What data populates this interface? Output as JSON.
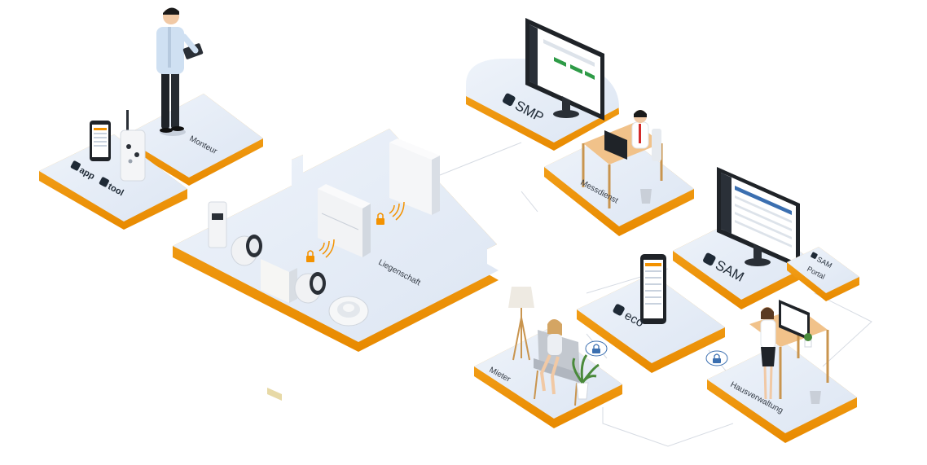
{
  "labels": {
    "monteur": "Monteur",
    "liegenschaft": "Liegenschaft",
    "messdienst": "Messdienst",
    "mieter": "Mieter",
    "hausverwaltung": "Hausverwaltung",
    "portal": "Portal"
  },
  "brands": {
    "app": "app",
    "tool": "tool",
    "smp": "SMP",
    "sam": "SAM",
    "eco": "eco",
    "sam_small": "SAM"
  },
  "colors": {
    "platform_top": "#e4ebf6",
    "platform_edge": "#f39200",
    "accent": "#f39200",
    "dark": "#1f2a36",
    "screen_green": "#2e9b47",
    "lock_blue": "#3b6fb0"
  },
  "icons": [
    "wifi-signal-icon",
    "lock-icon",
    "plant-icon",
    "lamp-icon",
    "trash-bin-icon"
  ]
}
